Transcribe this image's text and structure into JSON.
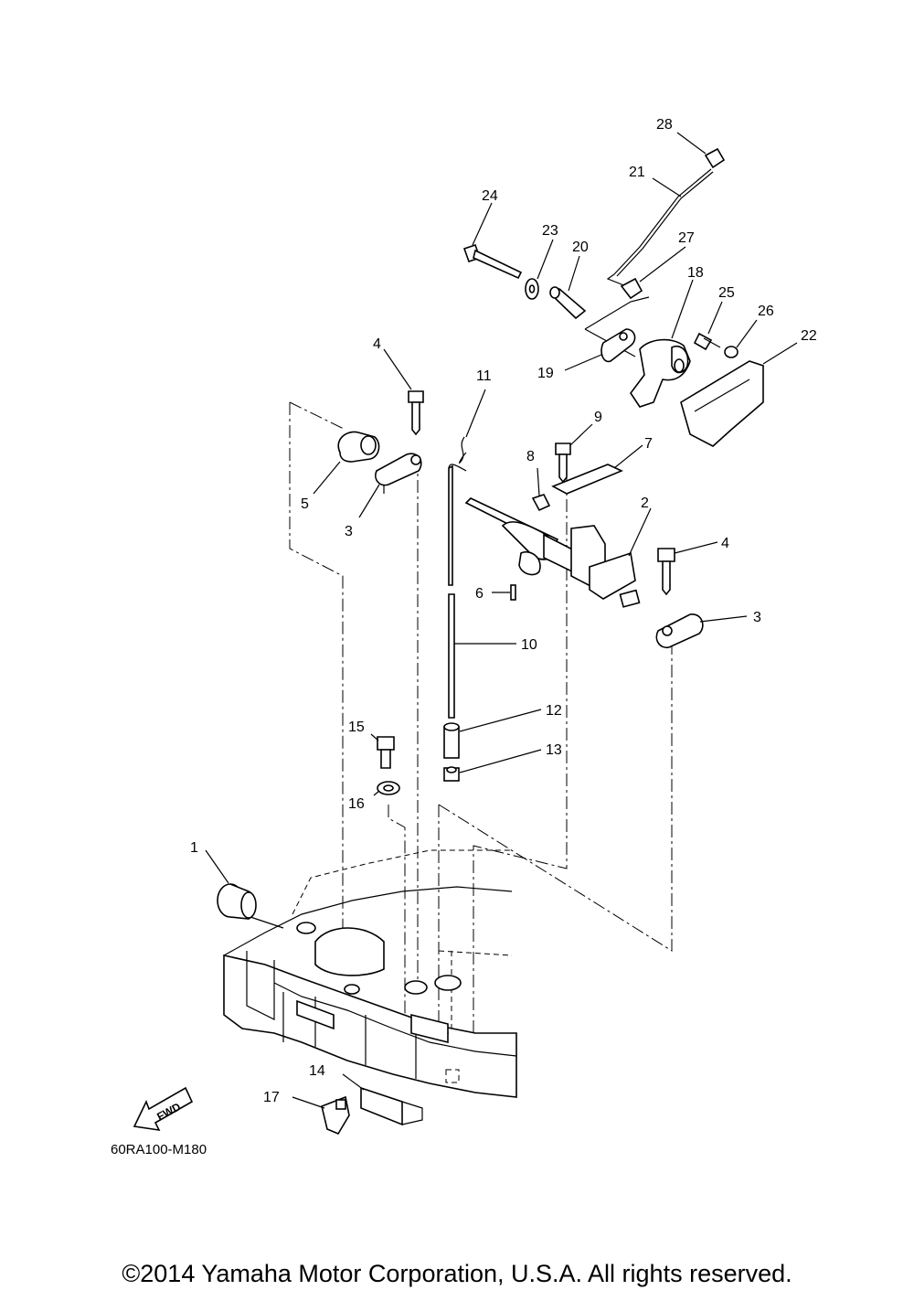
{
  "callouts": [
    "1",
    "2",
    "3",
    "3",
    "4",
    "4",
    "5",
    "6",
    "7",
    "8",
    "9",
    "10",
    "11",
    "12",
    "13",
    "14",
    "15",
    "16",
    "17",
    "18",
    "19",
    "20",
    "21",
    "22",
    "23",
    "24",
    "25",
    "26",
    "27",
    "28"
  ],
  "fwd_label": "FWD",
  "diagram_code": "60RA100-M180",
  "copyright": "©2014 Yamaha Motor Corporation, U.S.A. All rights reserved."
}
